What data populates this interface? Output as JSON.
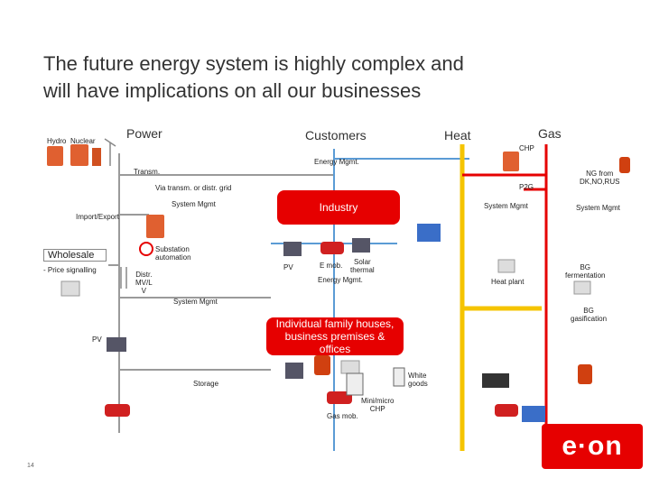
{
  "title": {
    "line1": "The future energy system is highly complex and",
    "line2": "will have implications on all our businesses"
  },
  "headers": {
    "power": "Power",
    "customers": "Customers",
    "heat": "Heat",
    "gas": "Gas"
  },
  "labels": {
    "hydro": "Hydro",
    "nuclear": "Nuclear",
    "chp_top": "CHP",
    "energy_mgmt_top": "Energy Mgmt.",
    "transm": "Transm.",
    "ng_from_1": "NG from",
    "ng_from_2": "DK,NO,RUS",
    "p2g": "P2G",
    "via_transm": "Via transm. or distr. grid",
    "system_mgmt_1": "System Mgmt",
    "system_mgmt_heat": "System Mgmt",
    "system_mgmt_gas": "System Mgmt",
    "import_export": "Import/Export",
    "substation_1": "Substation",
    "substation_2": "automation",
    "wholesale": "Wholesale",
    "price_signalling": "- Price signalling",
    "distr_1": "Distr.",
    "distr_2": "MV/L",
    "distr_3": "V",
    "pv_mid": "PV",
    "e_mob": "E mob.",
    "solar_1": "Solar",
    "solar_2": "thermal",
    "energy_mgmt_mid": "Energy Mgmt.",
    "heat_plant": "Heat plant",
    "bg_ferm_1": "BG",
    "bg_ferm_2": "fermentation",
    "system_mgmt_2": "System Mgmt",
    "bg_gas_1": "BG",
    "bg_gas_2": "gasification",
    "pv_left": "PV",
    "storage": "Storage",
    "white_1": "White",
    "white_2": "goods",
    "mini_1": "Mini/micro",
    "mini_2": "CHP",
    "gas_mob": "Gas mob.",
    "page_num": "14"
  },
  "boxes": {
    "industry": "Industry",
    "homes": "Individual family houses, business premises & offices"
  },
  "logo": "e·on",
  "colors": {
    "power_line": "#9a9a9a",
    "customer_line": "#5b9bd5",
    "heat_line": "#f5c400",
    "gas_line": "#e60000",
    "box": "#e60000"
  }
}
